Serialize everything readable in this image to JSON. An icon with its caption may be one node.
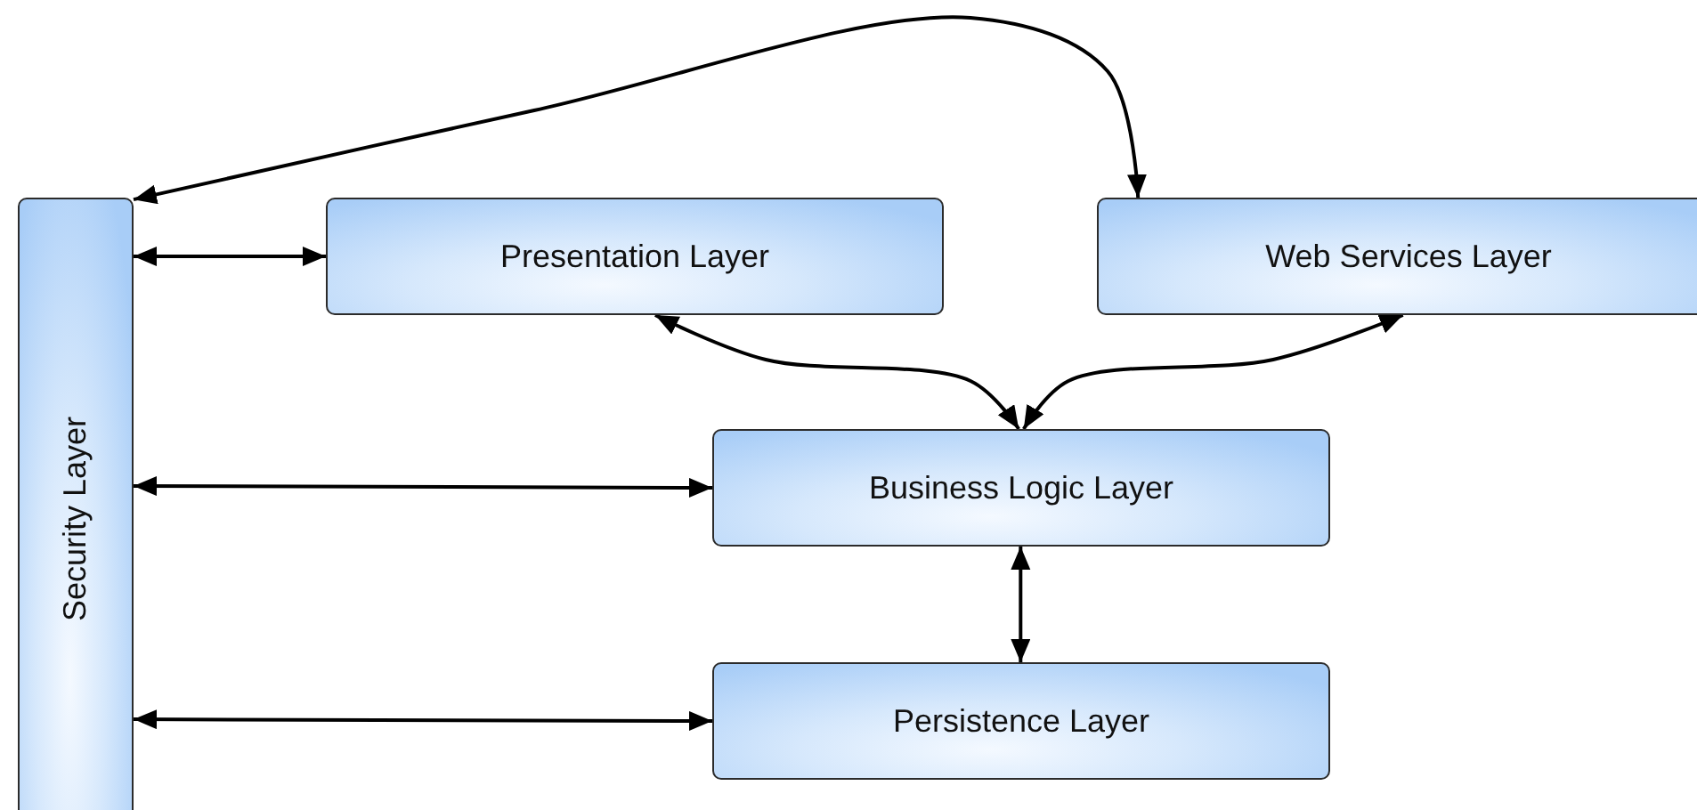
{
  "diagram": {
    "nodes": [
      {
        "text": [
          "Security Layer"
        ]
      },
      {
        "text": [
          "Presentation Layer"
        ]
      },
      {
        "text": [
          "Web Services Layer"
        ]
      },
      {
        "text": [
          "Business Logic Layer"
        ]
      },
      {
        "text": [
          "Persistence Layer"
        ]
      }
    ],
    "edges": [
      {
        "from": 0,
        "to": 2,
        "arrow": "both"
      },
      {
        "from": 0,
        "to": 1,
        "arrow": "both"
      },
      {
        "from": 1,
        "to": 3,
        "arrow": "both"
      },
      {
        "from": 2,
        "to": 3,
        "arrow": "both"
      },
      {
        "from": 0,
        "to": 3,
        "arrow": "both"
      },
      {
        "from": 3,
        "to": 4,
        "arrow": "both"
      },
      {
        "from": 0,
        "to": 4,
        "arrow": "both"
      }
    ]
  }
}
